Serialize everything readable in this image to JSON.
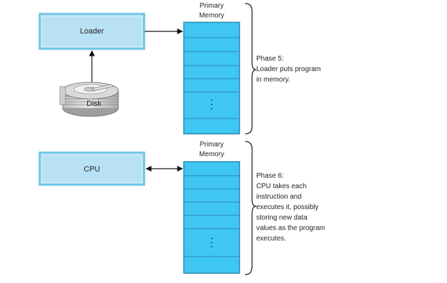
{
  "top_clip_text": "",
  "phase5": {
    "box_label": "Loader",
    "disk_label": "Disk",
    "memory_label": [
      "Primary",
      "Memory"
    ],
    "phase_title": "Phase 5:",
    "description": [
      "Loader puts program",
      "in memory."
    ]
  },
  "phase6": {
    "box_label": "CPU",
    "memory_label": [
      "Primary",
      "Memory"
    ],
    "phase_title": "Phase 6:",
    "description": [
      "CPU takes each",
      "instruction and",
      "executes it, possibly",
      "storing new data",
      "values as the program",
      "executes."
    ]
  },
  "colors": {
    "box_fill": "#b8e2f4",
    "box_stroke": "#6ec4e6",
    "memory_fill": "#3fc6f2",
    "memory_stroke": "#2a88b5",
    "arrow": "#111111",
    "brace": "#222222"
  }
}
